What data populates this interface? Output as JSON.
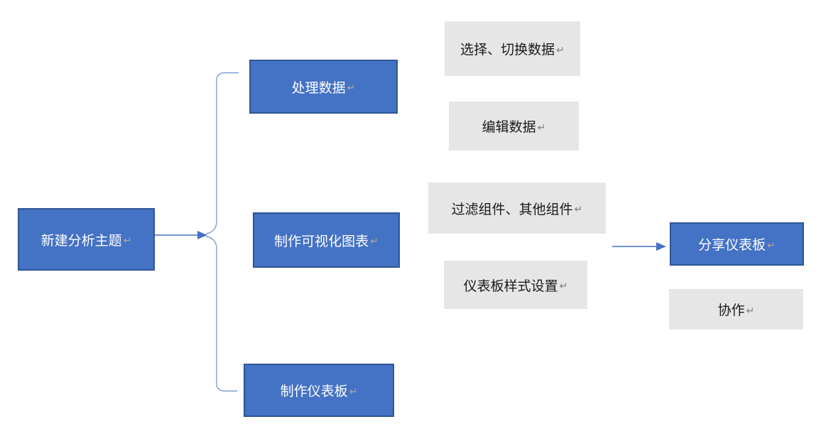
{
  "diagram": {
    "type": "flowchart",
    "background": "#ffffff",
    "nodes": {
      "create_topic": {
        "label": "新建分析主题",
        "mark": "↵",
        "style": "blue"
      },
      "process_data": {
        "label": "处理数据",
        "mark": "↵",
        "style": "blue"
      },
      "select_switch_data": {
        "label": "选择、切换数据",
        "mark": "↵",
        "style": "gray"
      },
      "edit_data": {
        "label": "编辑数据",
        "mark": "↵",
        "style": "gray"
      },
      "make_charts": {
        "label": "制作可视化图表",
        "mark": "↵",
        "style": "blue"
      },
      "filter_components": {
        "label": "过滤组件、其他组件",
        "mark": "↵",
        "style": "gray"
      },
      "dashboard_style": {
        "label": "仪表板样式设置",
        "mark": "↵",
        "style": "gray"
      },
      "make_dashboard": {
        "label": "制作仪表板",
        "mark": "↵",
        "style": "blue"
      },
      "share_dashboard": {
        "label": "分享仪表板",
        "mark": "↵",
        "style": "blue"
      },
      "collaborate": {
        "label": "协作",
        "mark": "↵",
        "style": "gray"
      }
    },
    "edges": [
      {
        "from": "create_topic",
        "to": "branch-point",
        "arrow": true
      },
      {
        "from": "branch-point",
        "to": "process_data",
        "arrow": false
      },
      {
        "from": "branch-point",
        "to": "make_dashboard",
        "arrow": false
      },
      {
        "from": "middle-column",
        "to": "share_dashboard",
        "arrow": true
      }
    ],
    "colors": {
      "node_blue_fill": "#4472C4",
      "node_blue_border": "#2E5697",
      "node_gray_fill": "#E7E6E6",
      "text_on_blue": "#FFFFFF",
      "text_on_gray": "#1A1A1A",
      "connector": "#4472C4",
      "connector_light": "#7D9BD6"
    }
  }
}
